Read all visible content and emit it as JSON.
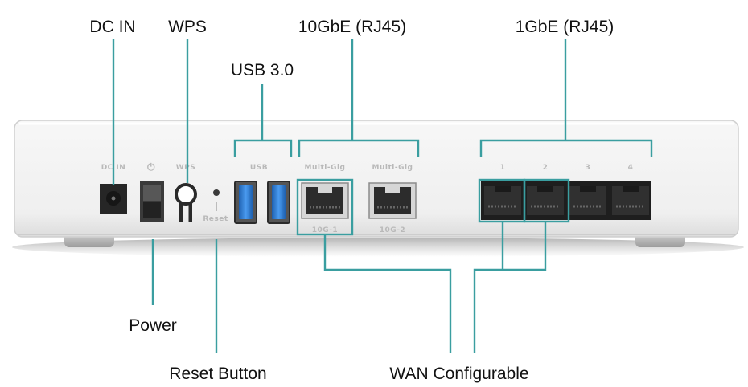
{
  "callouts": {
    "dc_in": "DC IN",
    "wps": "WPS",
    "usb": "USB 3.0",
    "ten_gbe": "10GbE (RJ45)",
    "one_gbe": "1GbE (RJ45)",
    "power": "Power",
    "reset": "Reset Button",
    "wan": "WAN Configurable"
  },
  "panel_labels": {
    "dc_in": "DC IN",
    "wps": "WPS",
    "usb": "USB",
    "reset": "Reset",
    "multigig_1": "Multi-Gig",
    "multigig_2": "Multi-Gig",
    "port_10g_1": "10G-1",
    "port_10g_2": "10G-2",
    "lan_ports": [
      "1",
      "2",
      "3",
      "4"
    ]
  },
  "icons": {
    "power_symbol": "⏻"
  },
  "colors": {
    "leader_line": "#3a9ea0",
    "device_body": "#f2f2f2",
    "port": "#2c2c2c",
    "usb_blue": "#2f7fd6"
  }
}
